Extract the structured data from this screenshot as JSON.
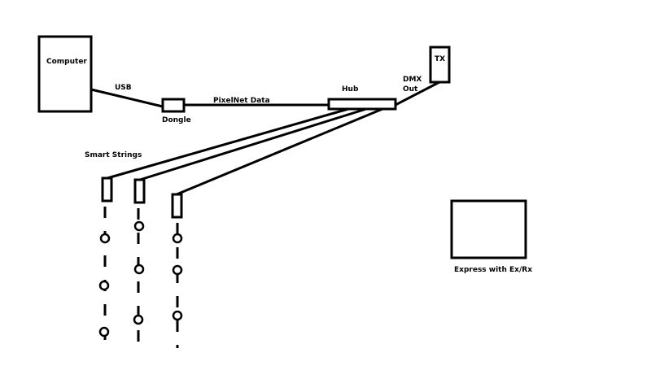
{
  "labels": {
    "computer": "Computer",
    "usb": "USB",
    "dongle": "Dongle",
    "pixelnet": "PixelNet Data",
    "hub": "Hub",
    "dmx_line1": "DMX",
    "dmx_line2": "Out",
    "tx": "TX",
    "smart_strings": "Smart Strings",
    "express": "Express with Ex/Rx"
  },
  "colors": {
    "ink": "#000000",
    "background": "#ffffff"
  },
  "smart_string_count": 3,
  "nodes_per_string": 3
}
